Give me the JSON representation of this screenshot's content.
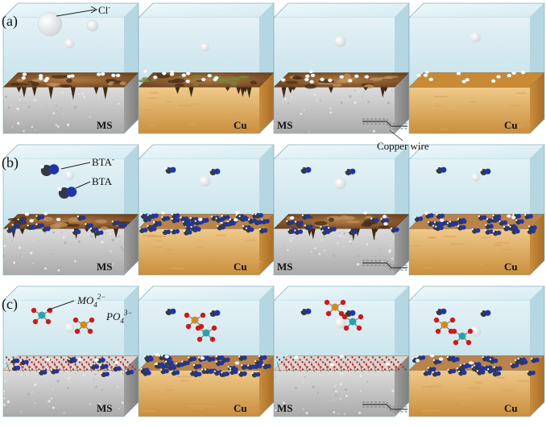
{
  "rows": [
    {
      "label": "(a)",
      "panels": [
        {
          "box_label": "MS",
          "kind": "ms",
          "surface": "corroded"
        },
        {
          "box_label": "Cu",
          "kind": "cu",
          "surface": "corroded"
        },
        {
          "box_label": "MS",
          "kind": "ms",
          "surface": "corroded",
          "wire": true
        },
        {
          "box_label": "Cu",
          "kind": "cu",
          "surface": "plain"
        }
      ],
      "annotations": [
        {
          "text": "Cl",
          "sup": "-"
        },
        {
          "text": "Copper wire"
        }
      ]
    },
    {
      "label": "(b)",
      "panels": [
        {
          "box_label": "MS",
          "kind": "ms",
          "surface": "corroded",
          "molecules": "sparse"
        },
        {
          "box_label": "Cu",
          "kind": "cu",
          "surface": "film",
          "molecules": "dense"
        },
        {
          "box_label": "MS",
          "kind": "ms",
          "surface": "corroded",
          "molecules": "sparse",
          "wire": true
        },
        {
          "box_label": "Cu",
          "kind": "cu",
          "surface": "film",
          "molecules": "medium"
        }
      ],
      "annotations": [
        {
          "text": "BTA",
          "sup": "-"
        },
        {
          "text": "BTA"
        }
      ]
    },
    {
      "label": "(c)",
      "panels": [
        {
          "box_label": "MS",
          "kind": "ms",
          "surface": "phosphate",
          "molecules": "sparse"
        },
        {
          "box_label": "Cu",
          "kind": "cu",
          "surface": "film",
          "molecules": "dense"
        },
        {
          "box_label": "MS",
          "kind": "ms",
          "surface": "phosphate",
          "wire": true
        },
        {
          "box_label": "Cu",
          "kind": "cu",
          "surface": "film",
          "molecules": "medium"
        }
      ],
      "annotations": [
        {
          "text": "MO",
          "sub": "4",
          "sup": "2−"
        },
        {
          "text": "PO",
          "sub": "4",
          "sup": "3−"
        }
      ]
    }
  ],
  "colors": {
    "water": "#cfe7ee",
    "water_side": "#b5d7e1",
    "ms_metal": "#c9c9c9",
    "cu_metal": "#e0b068",
    "rust": "#8a5a30",
    "bta_blue": "#2233aa",
    "bta_dark": "#333a44"
  }
}
